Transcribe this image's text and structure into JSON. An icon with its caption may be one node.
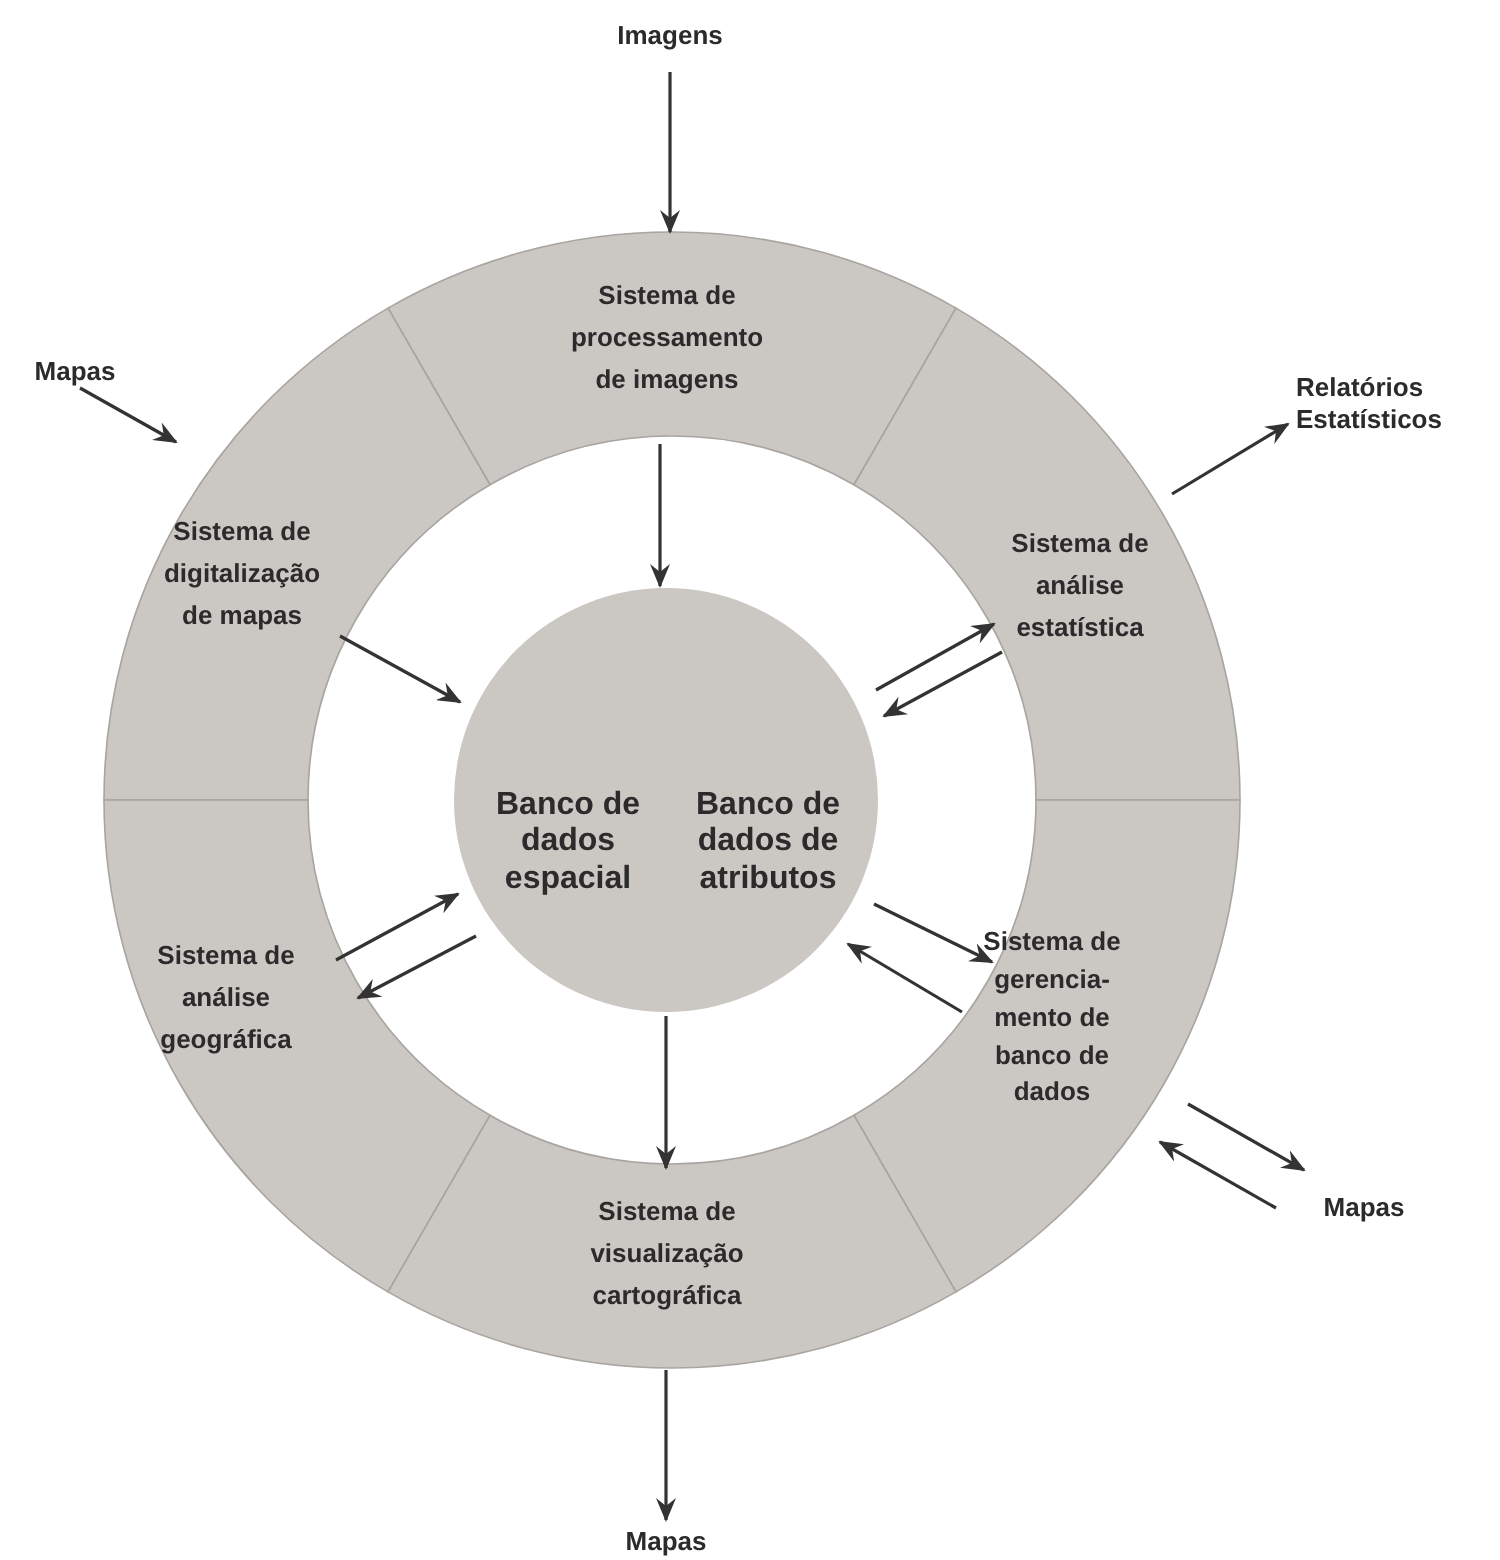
{
  "diagram": {
    "nodes": [
      {
        "text": [
          "Imagens"
        ]
      },
      {
        "text": [
          "Sistema de processamento de imagens"
        ]
      },
      {
        "text": [
          "Mapas"
        ]
      },
      {
        "text": [
          "Relatórios Estatísticos"
        ]
      },
      {
        "text": [
          "Sistema de digitalização de mapas"
        ]
      },
      {
        "text": [
          "Sistema de análise estatística"
        ]
      },
      {
        "text": [],
        "shape": "circle"
      },
      {
        "text": [
          "Banco de dados espacial"
        ],
        "in": 6
      },
      {
        "text": [
          "Banco de dados de atributos"
        ],
        "in": 6
      },
      {
        "text": [
          "Sistema de análise geográfica"
        ]
      },
      {
        "text": [
          "Sistema de gerencia- mento de banco de dados"
        ]
      },
      {
        "text": [
          "Mapas"
        ]
      },
      {
        "text": [
          "Sistema de visualização cartográfica"
        ]
      },
      {
        "text": [
          "Mapas"
        ]
      }
    ],
    "edges": [
      {
        "from": 0,
        "to": 1,
        "arrow": "to"
      },
      {
        "from": 2,
        "to": 4,
        "arrow": "to"
      },
      {
        "from": 5,
        "to": 3,
        "arrow": "to"
      },
      {
        "from": 1,
        "to": 6,
        "arrow": "to"
      },
      {
        "from": 4,
        "to": 6,
        "arrow": "to"
      },
      {
        "from": 6,
        "to": 5,
        "arrow": "to"
      },
      {
        "from": 5,
        "to": 6,
        "arrow": "to"
      },
      {
        "from": 9,
        "to": 6,
        "arrow": "to"
      },
      {
        "from": 6,
        "to": 9,
        "arrow": "to"
      },
      {
        "from": 6,
        "to": 10,
        "arrow": "to"
      },
      {
        "from": 10,
        "to": 6,
        "arrow": "to"
      },
      {
        "from": 10,
        "to": 11,
        "arrow": "to"
      },
      {
        "from": 11,
        "to": 10,
        "arrow": "to"
      },
      {
        "from": 6,
        "to": 12,
        "arrow": "to"
      },
      {
        "from": 12,
        "to": 13,
        "arrow": "to"
      }
    ]
  }
}
